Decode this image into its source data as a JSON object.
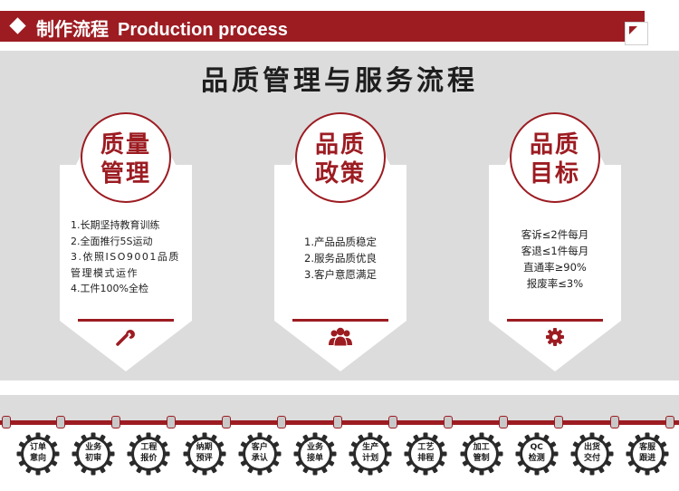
{
  "header": {
    "title_cn": "制作流程",
    "title_en": "Production process"
  },
  "main_title": "品质管理与服务流程",
  "cards": [
    {
      "heading_line1": "质量",
      "heading_line2": "管理",
      "items": [
        "1.长期坚持教育训练",
        "2.全面推行5S运动",
        "3.依照ISO9001品质管理模式运作",
        "4.工件100%全检"
      ],
      "icon": "wrench-icon"
    },
    {
      "heading_line1": "品质",
      "heading_line2": "政策",
      "items": [
        "1.产品品质稳定",
        "2.服务品质优良",
        "3.客户意愿满足"
      ],
      "icon": "people-icon"
    },
    {
      "heading_line1": "品质",
      "heading_line2": "目标",
      "items": [
        "客诉≤2件每月",
        "客退≤1件每月",
        "直通率≥90%",
        "报废率≤3%"
      ],
      "icon": "gear-icon"
    }
  ],
  "process_steps": [
    {
      "line1": "订单",
      "line2": "意向"
    },
    {
      "line1": "业务",
      "line2": "初审"
    },
    {
      "line1": "工程",
      "line2": "报价"
    },
    {
      "line1": "纳期",
      "line2": "预评"
    },
    {
      "line1": "客户",
      "line2": "承认"
    },
    {
      "line1": "业务",
      "line2": "接单"
    },
    {
      "line1": "生产",
      "line2": "计划"
    },
    {
      "line1": "工艺",
      "line2": "排程"
    },
    {
      "line1": "加工",
      "line2": "管制"
    },
    {
      "line1": "QC",
      "line2": "检测"
    },
    {
      "line1": "出货",
      "line2": "交付"
    },
    {
      "line1": "客服",
      "line2": "跟进"
    }
  ],
  "colors": {
    "accent": "#9c1c22",
    "panel": "#dcdcdc"
  }
}
